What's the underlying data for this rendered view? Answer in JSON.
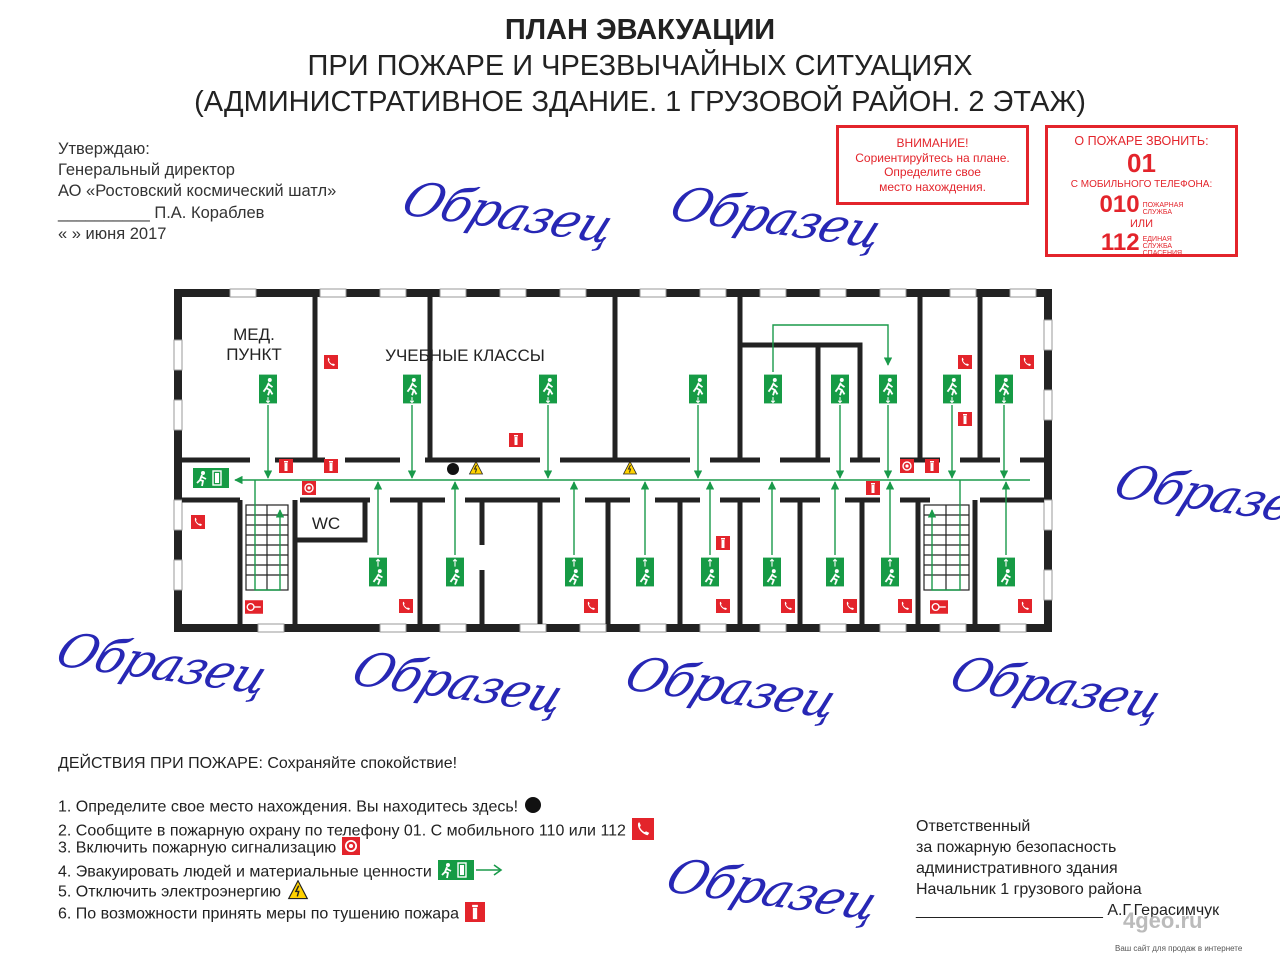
{
  "title": {
    "line1": "ПЛАН ЭВАКУАЦИИ",
    "line2": "ПРИ ПОЖАРЕ И ЧРЕЗВЫЧАЙНЫХ СИТУАЦИЯХ",
    "line3": "(АДМИНИСТРАТИВНОЕ ЗДАНИЕ. 1 ГРУЗОВОЙ РАЙОН. 2 ЭТАЖ)"
  },
  "approval": {
    "line1": "Утверждаю:",
    "line2": "Генеральный директор",
    "line3": "АО «Ростовский космический шатл»",
    "line4": "__________ П.А. Кораблев",
    "line5": "«    » июня 2017"
  },
  "attention": {
    "line1": "ВНИМАНИЕ!",
    "line2": "Сориентируйтесь на плане.",
    "line3": "Определите свое",
    "line4": "место нахождения."
  },
  "phone": {
    "line1": "О ПОЖАРЕ ЗВОНИТЬ:",
    "num1": "01",
    "line2": "С МОБИЛЬНОГО ТЕЛЕФОНА:",
    "num2": "010",
    "note2a": "ПОЖАРНАЯ",
    "note2b": "СЛУЖБА",
    "or": "ИЛИ",
    "num3": "112",
    "note3a": "ЕДИНАЯ",
    "note3b": "СЛУЖБА",
    "note3c": "СПАСЕНИЯ"
  },
  "watermark": "Образец",
  "plan": {
    "med": "МЕД.",
    "med2": "ПУНКТ",
    "classes": "УЧЕБНЫЕ КЛАССЫ",
    "wc": "WC"
  },
  "actions": {
    "header": "ДЕЙСТВИЯ ПРИ ПОЖАРЕ: Сохраняйте спокойствие!",
    "items": [
      "1. Определите свое место нахождения. Вы находитесь здесь!",
      "2. Сообщите в пожарную охрану по телефону 01. С мобильного 110 или 112",
      "3. Включить пожарную сигнализацию",
      "4. Эвакуировать людей и материальные ценности",
      "5. Отключить электроэнергию",
      "6. По возможности принять меры по тушению пожара"
    ]
  },
  "responsible": {
    "line1": "Ответственный",
    "line2": "за пожарную безопасность",
    "line3": "административного здания",
    "line4": "Начальник 1 грузового района",
    "line5": "_____________________ А.Г.Герасимчук"
  },
  "site": {
    "logo": "4geo.ru",
    "note": "Ваш сайт для продаж в интернете"
  },
  "colors": {
    "wall": "#222222",
    "route": "#1a9a4a",
    "sign_green": "#169b45",
    "fire_red": "#e3242b",
    "warn_yellow": "#ffd200",
    "watermark": "#2727b5"
  }
}
